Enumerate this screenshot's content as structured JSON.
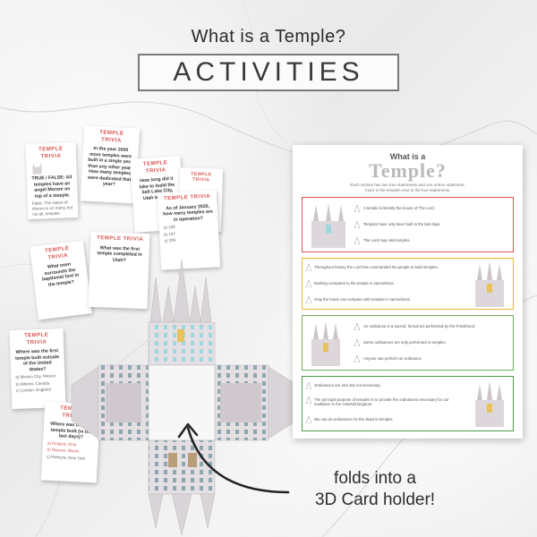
{
  "header": {
    "question": "What is a Temple?",
    "banner": "ACTIVITIES"
  },
  "trivia_cards": [
    {
      "heading": "TEMPLE TRIVIA",
      "question": "TRUE / FALSE: All temples have an angel Moroni on top of a steeple.",
      "note": "False. The statue of Moroni is on many, but not all, temples."
    },
    {
      "heading": "TEMPLE TRIVIA",
      "question": "In the year 2000 more temples were built in a single year than any other year. How many temples were dedicated that year?"
    },
    {
      "heading": "TEMPLE TRIVIA",
      "question": "How long did it take to build the Salt Lake City, Utah temple?"
    },
    {
      "heading": "TEMPLE TRIVIA",
      "question": "As of January 2020, how many temples are in operation?",
      "options": [
        "a) 109",
        "b) 167",
        "c) 209"
      ]
    },
    {
      "heading": "TEMPLE TRIVIA",
      "question": "What oxen surrounds the baptismal font in the temple?"
    },
    {
      "heading": "TEMPLE TRIVIA",
      "question": "What was the first temple completed in Utah?"
    },
    {
      "heading": "TEMPLE TRIVIA",
      "question": "Where was the first temple built outside of the United States?",
      "options": [
        "a) Mexico City, Mexico",
        "b) Alberta, Canada",
        "c) London, England"
      ]
    },
    {
      "heading": "TEMPLE TRIVIA",
      "question": "Where was the first temple built (in the last days)?",
      "options": [
        "a) Kirtland, Ohio",
        "b) Nauvoo, Illinois",
        "c) Palmyra, New York"
      ]
    }
  ],
  "worksheet": {
    "title_top": "What is a",
    "title_main": "Temple?",
    "instructions_1": "Each section has two true statements and one untrue statement.",
    "instructions_2": "Color in the temples next to the true statements.",
    "sections": [
      {
        "color": "#d9534f",
        "statements": [
          "A temple is literally the house of The Lord.",
          "Temples have only been built in the last days.",
          "The Lord may visit temples."
        ]
      },
      {
        "color": "#e8b731",
        "statements": [
          "Throughout history the Lord has commanded his people to build temples.",
          "Nothing compares to the temple in sacredness.",
          "Only the home can compare with temples in sacredness."
        ]
      },
      {
        "color": "#6fae58",
        "statements": [
          "An ordinance is a sacred, formal act performed by the Priesthood.",
          "Some ordinances are only performed in temples.",
          "Anyone can perform an ordinance."
        ]
      },
      {
        "color": "#4a9a4a",
        "statements": [
          "Ordinances are nice but not necessary.",
          "The principal purpose of temples is to provide the ordinances necessary for our exaltation in the celestial kingdom.",
          "We can do ordinances for the dead in temples."
        ]
      }
    ]
  },
  "caption": {
    "line1": "folds into a",
    "line2": "3D Card holder!"
  }
}
